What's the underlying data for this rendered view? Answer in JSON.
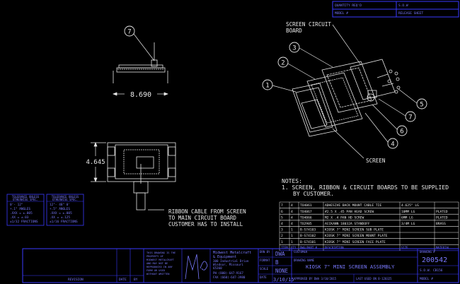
{
  "header_box": {
    "quantity_label": "QUANTITY REQ'D",
    "model_label": "MODEL #",
    "sow_label": "S.O.W",
    "release_label": "RELEASE SHEET"
  },
  "callouts": {
    "top_view_balloon": "7",
    "iso_balloons": [
      "1",
      "2",
      "3",
      "4",
      "5",
      "6",
      "7"
    ]
  },
  "dimensions": {
    "width": "8.690",
    "height": "4.645"
  },
  "labels": {
    "screen_circuit_board_line1": "SCREEN CIRCUIT",
    "screen_circuit_board_line2": "BOARD",
    "screen": "SCREEN",
    "ribbon_line1": "RIBBON CABLE FROM SCREEN",
    "ribbon_line2": "TO MAIN CIRCUIT BOARD",
    "ribbon_line3": "CUSTOMER HAS TO INSTALL"
  },
  "notes": {
    "title": "NOTES:",
    "line1": "1.  SCREEN, RIBBON & CIRCUIT BOARDS TO BE SUPPLIED",
    "line2": "BY CUSTOMER."
  },
  "tolerance_left": {
    "title_line1": "TOLERANCE UNLESS",
    "title_line2": "OTHERWISE SPEC.",
    "rows": [
      "0'- 12\"",
      "+.1°  ANGLES",
      ".XXX = ±.005",
      ".XX = ±.03",
      "±1/32 FRACTIONS"
    ]
  },
  "tolerance_right": {
    "title_line1": "TOLERANCE UNLESS",
    "title_line2": "OTHERWISE SPEC.",
    "rows": [
      "12\"- 48\"  0'",
      "+.5°  ANGLES",
      ".XXX = ±.005",
      ".XX = ±.125",
      "±1/16 FRACTIONS"
    ]
  },
  "bom": {
    "rows": [
      {
        "item": "7",
        "qty": "4",
        "part": "TO4061",
        "desc": "ADHESIVE BACK MOUNT CABLE TIE",
        "size": "4.625\" LG",
        "finish": ""
      },
      {
        "item": "6",
        "qty": "4",
        "part": "TO4067",
        "desc": "#2.5 X .45 PAN HEAD SCREW",
        "size": "10MM LG",
        "finish": "PLATED"
      },
      {
        "item": "5",
        "qty": "4",
        "part": "TO4066",
        "desc": "M2 X .4 PAN HD SCREW",
        "size": "6MM LG",
        "finish": "PLATED"
      },
      {
        "item": "4",
        "qty": "4",
        "part": "TO2905",
        "desc": "ACCKANN 18032A STANDOFF",
        "size": "3/4M LG",
        "finish": "BRASS"
      },
      {
        "item": "3",
        "qty": "1",
        "part": "B-S74103",
        "desc": "KIOSK 7\" MINI SCREEN SUB PLATE",
        "size": "",
        "finish": ""
      },
      {
        "item": "2",
        "qty": "1",
        "part": "B-S74102",
        "desc": "KIOSK 7\" MINI SCREEN MOUNT PLATE",
        "size": "",
        "finish": ""
      },
      {
        "item": "1",
        "qty": "1",
        "part": "B-S74101",
        "desc": "KIOSK 7\" MINI SCREEN FACE PLATE",
        "size": "",
        "finish": ""
      }
    ],
    "headers": {
      "item": "ITEM",
      "qty": "QTY",
      "part": "DWG/PART #",
      "desc": "DESCRIPTION",
      "size": "SIZE",
      "finish": "MATERIAL"
    }
  },
  "title_block": {
    "revision_label": "REVISION",
    "date_label": "DATE",
    "by_label": "BY",
    "confidential_lines": [
      "THIS DRAWING IS THE",
      "PROPERTY OF",
      "MIDWEST METALCRAFT",
      "AND MAY NOT BE",
      "REPRODUCED IN ANY",
      "FORM OR USED",
      "WITHOUT WRITTEN"
    ],
    "company_lines": [
      "Midwest Metalcraft",
      "& Equipment",
      "300 Industrial Drive",
      "Windsor, Missouri",
      "65360",
      "PH (800)-647-9167",
      "FAX (660)-647-3980"
    ],
    "drawn_by_label": "DRN BY",
    "drawn_by": "DWA",
    "format_label": "FORMAT",
    "format": "B",
    "scale_label": "SCALE",
    "scale": "NONE",
    "date_field_label": "DATE",
    "date": "3/10/15",
    "customer_label": "CUSTOMER",
    "drawing_name_label": "DRAWING NAME",
    "drawing_name": "KIOSK 7\" MINI SCREEN ASSEMBLY",
    "approved_by": "APPROVED BY DWA 3/10/2015",
    "last_used_on": "LAST USED ON  B-120325",
    "drawing_no_label": "DRAWING #",
    "drawing_no": "200542",
    "sow_label": "S.O.W. CB156",
    "model_label": "MODEL #"
  }
}
